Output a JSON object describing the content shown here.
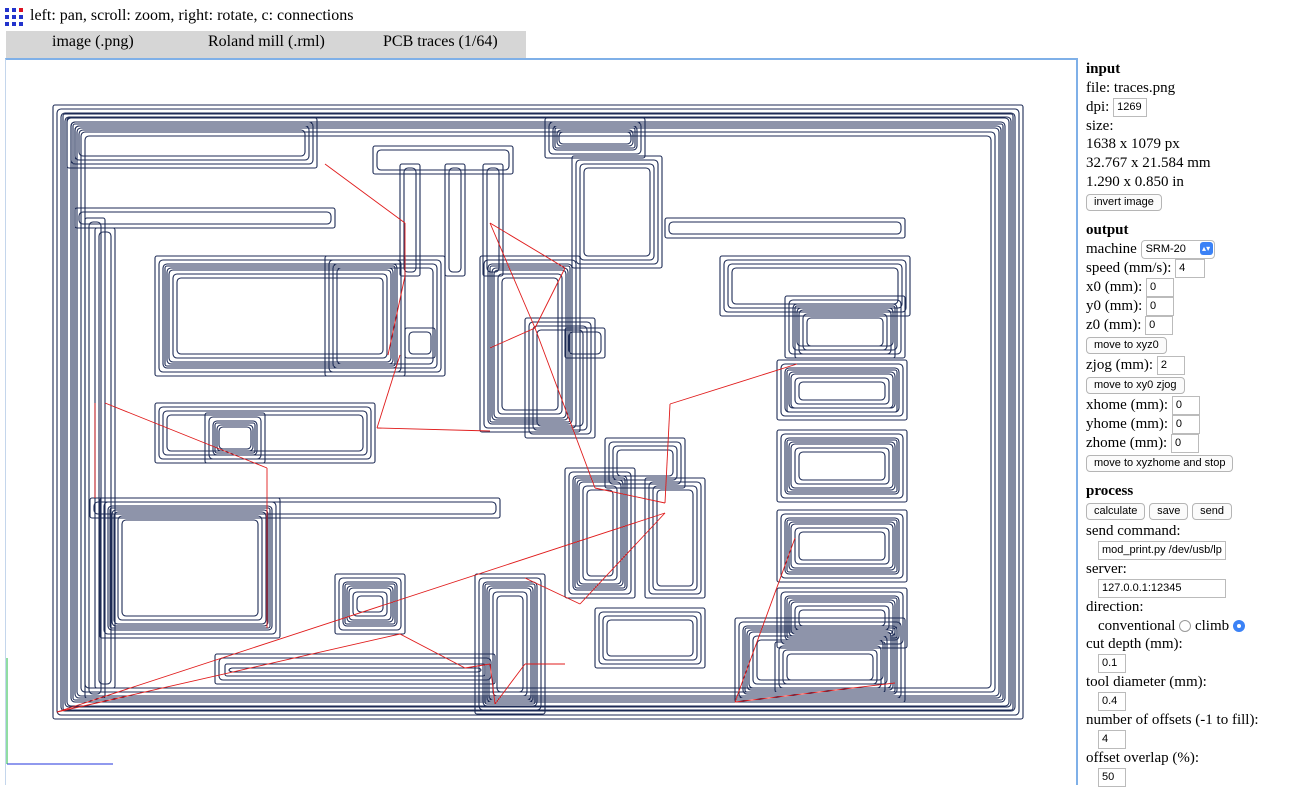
{
  "app": {
    "hint": "left: pan, scroll: zoom, right: rotate, c: connections",
    "logo_icon": "grid-logo-icon"
  },
  "tabs": [
    {
      "label": "image (.png)"
    },
    {
      "label": "Roland mill (.rml)"
    },
    {
      "label": "PCB traces (1/64)"
    }
  ],
  "colors": {
    "trace": "#1c2a55",
    "connection": "#e01b1b",
    "accent": "#3b82f6",
    "tab_bg": "#d6d6d6"
  },
  "input": {
    "heading": "input",
    "file": "file: traces.png",
    "dpi_label": "dpi:",
    "dpi_value": "1269",
    "size_label": "size:",
    "size_px": "1638 x 1079 px",
    "size_mm": "32.767 x 21.584 mm",
    "size_in": "1.290 x 0.850 in",
    "invert_button": "invert image"
  },
  "output": {
    "heading": "output",
    "machine_label": "machine",
    "machine_value": "SRM-20",
    "speed_label": "speed (mm/s):",
    "speed_value": "4",
    "x0_label": "x0 (mm):",
    "x0_value": "0",
    "y0_label": "y0 (mm):",
    "y0_value": "0",
    "z0_label": "z0 (mm):",
    "z0_value": "0",
    "move_xyz0_button": "move to xyz0",
    "zjog_label": "zjog (mm):",
    "zjog_value": "2",
    "move_xy0_zjog_button": "move to xy0 zjog",
    "xhome_label": "xhome (mm):",
    "xhome_value": "0",
    "yhome_label": "yhome (mm):",
    "yhome_value": "0",
    "zhome_label": "zhome (mm):",
    "zhome_value": "0",
    "move_home_button": "move to xyzhome and stop"
  },
  "process": {
    "heading": "process",
    "calculate_button": "calculate",
    "save_button": "save",
    "send_button": "send",
    "send_command_label": "send command:",
    "send_command_value": "mod_print.py /dev/usb/lp",
    "server_label": "server:",
    "server_value": "127.0.0.1:12345",
    "direction_label": "direction:",
    "conventional_label": "conventional",
    "climb_label": "climb",
    "direction_selected": "climb",
    "cut_depth_label": "cut depth (mm):",
    "cut_depth_value": "0.1",
    "tool_diameter_label": "tool diameter (mm):",
    "tool_diameter_value": "0.4",
    "offsets_label": "number of offsets (-1 to fill):",
    "offsets_value": "4",
    "overlap_label": "offset overlap (%):",
    "overlap_value": "50"
  }
}
